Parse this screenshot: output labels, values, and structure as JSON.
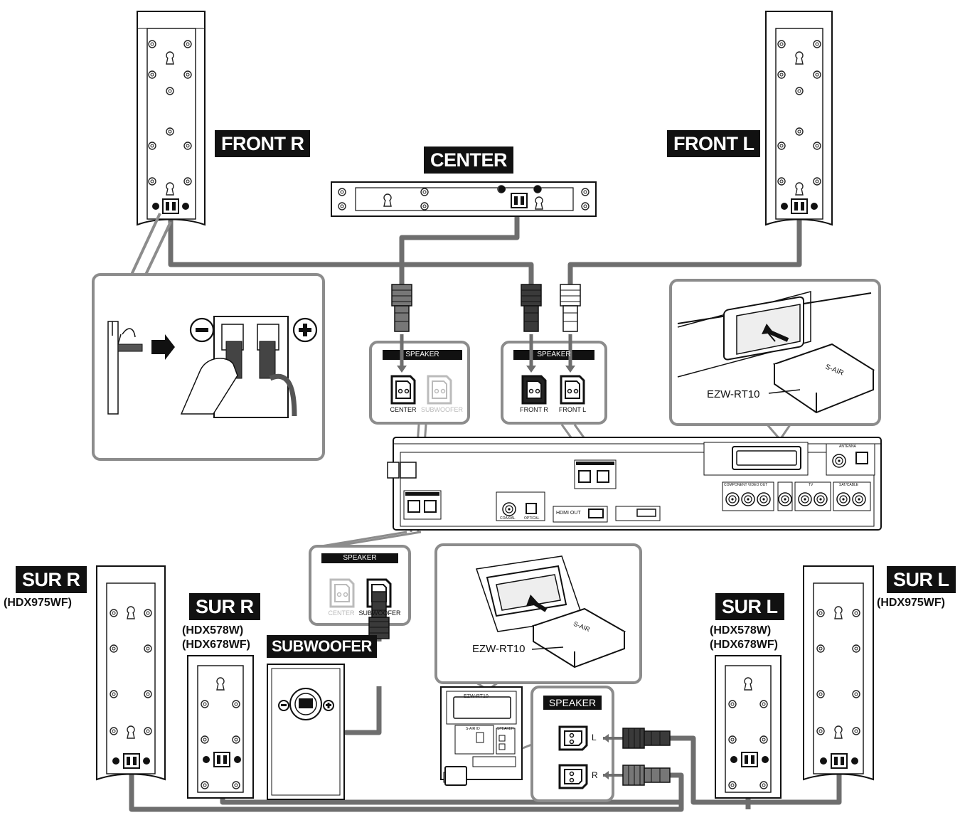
{
  "speakers": {
    "front_r": "FRONT R",
    "front_l": "FRONT L",
    "center": "CENTER",
    "sur_r_975": "SUR R",
    "sur_r_975_model": "(HDX975WF)",
    "sur_r_578": "SUR R",
    "sur_r_578_model_a": "(HDX578W)",
    "sur_r_578_model_b": "(HDX678WF)",
    "subwoofer": "SUBWOOFER",
    "sur_l_578": "SUR L",
    "sur_l_578_model_a": "(HDX578W)",
    "sur_l_578_model_b": "(HDX678WF)",
    "sur_l_975": "SUR L",
    "sur_l_975_model": "(HDX975WF)"
  },
  "panels": {
    "speaker_header": "SPEAKER",
    "center_port": "CENTER",
    "subwoofer_port": "SUBWOOFER",
    "front_r_port": "FRONT R",
    "front_l_port": "FRONT L",
    "receiver_port_l": "L",
    "receiver_port_r": "R"
  },
  "transmitter": {
    "callout_top": "EZW-RT10",
    "callout_bottom": "EZW-RT10",
    "card_text": "S-AIR",
    "slot_text": "EZW-RT10"
  },
  "main_unit": {
    "hdmi_out": "HDMI OUT",
    "coaxial": "COAXIAL",
    "optical": "OPTICAL",
    "component": "COMPONENT VIDEO OUT",
    "tv": "TV",
    "sat": "SAT/CABLE",
    "antenna": "ANTENNA"
  },
  "receiver": {
    "s_air_id": "S-AIR ID",
    "speaker": "SPEAKER"
  },
  "colors": {
    "cable": "#6e6e6e",
    "callout_border": "#8c8c8c",
    "label_bg": "#111111",
    "label_fg": "#ffffff"
  }
}
